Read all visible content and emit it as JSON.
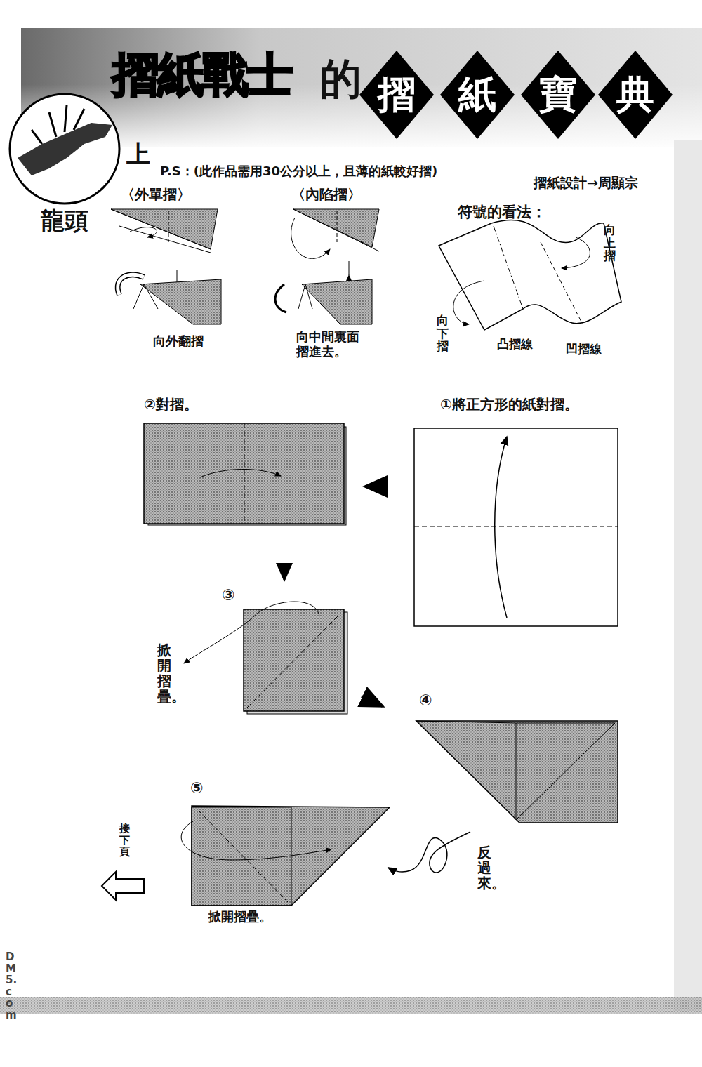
{
  "diagram": {
    "title": "摺紙戰士",
    "nodes": [
      {
        "text": [
          "摺"
        ]
      },
      {
        "text": [
          "紙"
        ]
      },
      {
        "text": [
          "寶"
        ]
      },
      {
        "text": [
          "典"
        ]
      }
    ],
    "labels": [
      "的",
      "上",
      "P.S：(此作品需用30公分以上，且薄的紙較好摺)",
      "摺紙設計→周顯宗",
      "龍頭",
      "〈外單摺〉",
      "〈內陷摺〉",
      "向外翻摺",
      "向中間裏面摺進去。",
      "符號的看法：",
      "向上摺",
      "向下摺",
      "凸摺線",
      "凹摺線",
      "②對摺。",
      "①將正方形的紙對摺。",
      "③",
      "掀開摺疊。",
      "④",
      "⑤",
      "反過來。",
      "掀開摺疊。",
      "接下頁",
      "DM5.com"
    ]
  }
}
